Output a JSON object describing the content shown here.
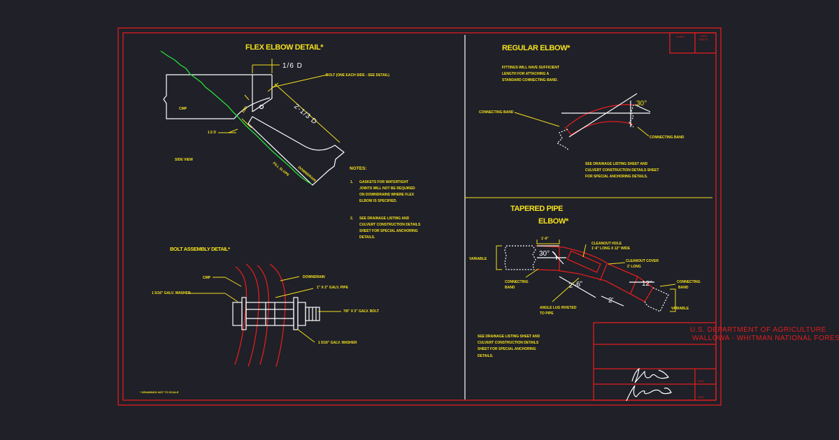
{
  "flex_elbow": {
    "title": "FLEX ELBOW DETAIL*",
    "dim_sixth": "1/6 D",
    "dim_two_third": "2-1/3 D",
    "bolt_note": "BOLT (ONE EACH SIDE - SEE DETAIL)",
    "cmp": "CMP",
    "one_d": "1.5 D",
    "half_d": "1/2D",
    "side_view": "SIDE VIEW",
    "fill_slope": "FILL SLOPE",
    "downdrain": "DOWNDRAIN"
  },
  "notes": {
    "heading": "NOTES:",
    "n1_num": "1.",
    "n1_l1": "GASKETS FOR WATERTIGHT",
    "n1_l2": "JOINTS WILL NOT BE REQUIRED",
    "n1_l3": "ON DOWNDRAINS WHERE FLEX",
    "n1_l4": "ELBOW IS SPECIFIED.",
    "n2_num": "2.",
    "n2_l1": "SEE DRAINAGE LISTING AND",
    "n2_l2": "CULVERT CONSTRUCTION DETAILS",
    "n2_l3": "SHEET FOR SPECIAL ANCHORING",
    "n2_l4": "DETAILS."
  },
  "bolt_assembly": {
    "title": "BOLT ASSEMBLY DETAIL*",
    "cmp": "CMP",
    "washer_left": "1 5/16\" GALV. WASHER",
    "downdrain": "DOWNDRAIN",
    "pipe": "1\" X 2\" GALV. PIPE",
    "bolt": "7/8\" X 3\" GALV. BOLT",
    "washer_right": "1 5/16\" GALV. WASHER"
  },
  "not_to_scale": "* DRAWINGS NOT TO SCALE",
  "regular_elbow": {
    "title": "REGULAR ELBOW*",
    "fit_l1": "FITTINGS WILL HAVE SUFFICIENT",
    "fit_l2": "LENGTH FOR ATTACHING A",
    "fit_l3": "STANDARD CONNECTING BAND.",
    "band_left": "CONNECTING BAND",
    "band_right": "CONNECTING BAND",
    "angle": "30°",
    "see_l1": "SEE DRAINAGE LISTING SHEET AND",
    "see_l2": "CULVERT CONSTRUCTION DETAILS SHEET",
    "see_l3": "FOR SPECIAL ANCHORING DETAILS."
  },
  "tapered_pipe": {
    "title_l1": "TAPERED PIPE",
    "title_l2": "ELBOW*",
    "dim_top": "1'-6\"",
    "cleanout_l1": "CLEANOUT HOLE",
    "cleanout_l2": "1'-6\" LONG X 12\" WIDE",
    "variable_left": "VARIABLE",
    "angle": "30°",
    "cover_l1": "CLEANOUT COVER",
    "cover_l2": "2' LONG",
    "band_left_l1": "CONNECTING",
    "band_left_l2": "BAND",
    "dim_mid": "2'-6\"",
    "dim_right": "12\"",
    "band_right_l1": "CONNECTING",
    "band_right_l2": "BAND",
    "dim_low": "2'",
    "variable_right": "VARIABLE",
    "lug_l1": "ANGLE LUG RIVETED",
    "lug_l2": "TO PIPE",
    "see_l1": "SEE DRAINAGE LISTING SHEET AND",
    "see_l2": "CULVERT CONSTRUCTION DETAILS",
    "see_l3": "SHEET FOR SPECIAL ANCHORING",
    "see_l4": "DETAILS."
  },
  "title_block": {
    "sheet": "SHEET",
    "total_l1": "TOTAL",
    "total_l2": "SHEETS",
    "agency": "U.S. DEPARTMENT OF AGRICULTURE",
    "forest": "WALLOWA - WHITMAN NATIONAL FOREST",
    "date_1": "DATE",
    "date_2": "DATE"
  },
  "colors": {
    "background": "#1f2028",
    "border": "#e01e1e",
    "annotation": "#f4e11c",
    "linework": "#ffffff",
    "slope": "#27e03a"
  }
}
